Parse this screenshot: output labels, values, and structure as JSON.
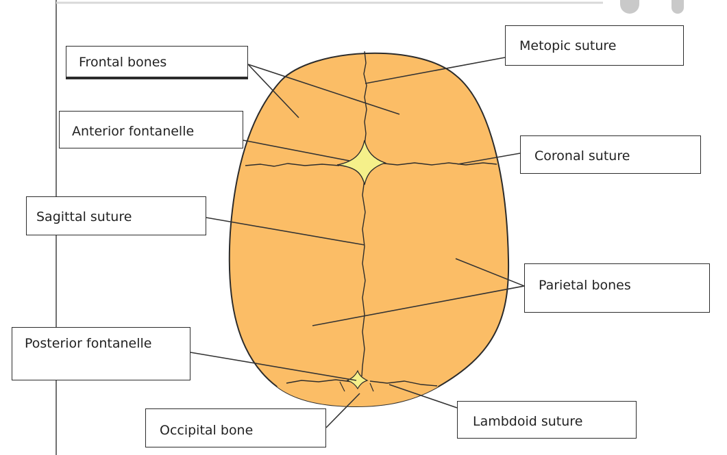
{
  "labels": {
    "frontal_bones": "Frontal bones",
    "metopic_suture": "Metopic suture",
    "anterior_fontanelle": "Anterior fontanelle",
    "coronal_suture": "Coronal suture",
    "sagittal_suture": "Sagittal suture",
    "parietal_bones": "Parietal bones",
    "posterior_fontanelle": "Posterior fontanelle",
    "occipital_bone": "Occipital bone",
    "lambdoid_suture": "Lambdoid suture"
  },
  "colors": {
    "bone": "#fbbd66",
    "fontanelle": "#f5f08a",
    "outline": "#2b2b2b",
    "leader_line": "#333333"
  }
}
